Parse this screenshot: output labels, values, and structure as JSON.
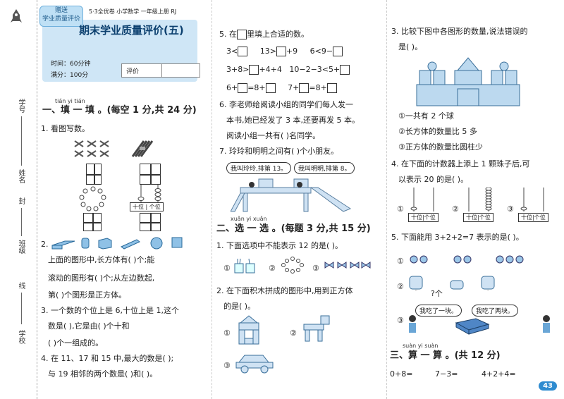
{
  "binding": {
    "xuehao": "学号",
    "xingming": "姓名",
    "feng": "封",
    "banji": "班级",
    "xian": "线",
    "xuexiao": "学校"
  },
  "header": {
    "stamp_line1": "赠送",
    "stamp_line2": "学业质量评价",
    "series": "5·3全优卷  小学数学  一年级上册  RJ",
    "title": "期末学业质量评价(五)",
    "time": "时间：60分钟",
    "score": "满分：100分",
    "rating": "评价"
  },
  "s1": {
    "pinyin": "tián  yi  tián",
    "heading": "一、填 一 填 。(每空 1 分,共 24 分)"
  },
  "q1": {
    "text": "1. 看图写数。",
    "abacus_tens": "十位",
    "abacus_ones": "个位"
  },
  "q2": {
    "l1": "上面的图形中,长方体有(    )个;能",
    "l2": "滚动的图形有(    )个;从左边数起,",
    "l3": "第(    )个图形是正方体。"
  },
  "q3": {
    "l1": "3. 一个数的个位上是 6,十位上是 1,这个",
    "l2": "数是(    ),它是由(    )个十和",
    "l3": "(    )个一组成的。"
  },
  "q4": {
    "l1": "4. 在 11、17 和 15 中,最大的数是(    );",
    "l2": "与 19 相邻的两个数是(    )和(    )。"
  },
  "q5": {
    "head": "5. 在",
    "tail": "里填上合适的数。",
    "r1a": "3<",
    "r1b": "13>",
    "r1c": "+9",
    "r1d": "6<9−",
    "r2a": "3+8>",
    "r2b": "+4+4",
    "r2c": "10−2−3<5+",
    "r3a": "6+",
    "r3b": "=8+",
    "r3c": "7+",
    "r3d": "=8+"
  },
  "q6": {
    "l1": "6. 李老师给阅读小组的同学们每人发一",
    "l2": "本书,她已经发了 3 本,还要再发 5 本。",
    "l3": "阅读小组一共有(    )名同学。"
  },
  "q7": {
    "text": "7. 玲玲和明明之间有(    )个小朋友。",
    "bub1": "我叫玲玲,排第 13。",
    "bub2": "我叫明明,排第 8。"
  },
  "s2": {
    "pinyin": "xuǎn  yi  xuǎn",
    "heading": "二、选 一 选 。(每题 3 分,共 15 分)"
  },
  "c1": {
    "text": "1. 下面选项中不能表示 12 的是(    )。",
    "o1": "①",
    "o2": "②",
    "o3": "③"
  },
  "c2": {
    "l1": "2. 在下面积木拼成的图形中,用到正方体",
    "l2": "的是(    )。",
    "o1": "①",
    "o2": "②",
    "o3": "③"
  },
  "c3": {
    "l1": "3. 比较下图中各图形的数量,说法错误的",
    "l2": "是(    )。",
    "a": "①一共有 2 个球",
    "b": "②长方体的数量比 5 多",
    "c": "③正方体的数量比圆柱少"
  },
  "c4": {
    "l1": "4. 在下面的计数器上添上 1 颗珠子后,可",
    "l2": "以表示 20 的是(    )。",
    "o1": "①",
    "o2": "②",
    "o3": "③",
    "tens": "十位",
    "ones": "个位"
  },
  "c5": {
    "text": "5. 下面能用 3+2+2=7 表示的是(    )。",
    "o1": "①",
    "o2": "②",
    "o3": "③",
    "q": "?个",
    "bub1": "我吃了一块。",
    "bub2": "我吃了两块。"
  },
  "s3": {
    "pinyin": "suàn  yi  suàn",
    "heading": "三、算 一 算 。(共 12 分)",
    "e1": "0+8=",
    "e2": "7−3=",
    "e3": "4+2+4="
  },
  "page_number": "43"
}
